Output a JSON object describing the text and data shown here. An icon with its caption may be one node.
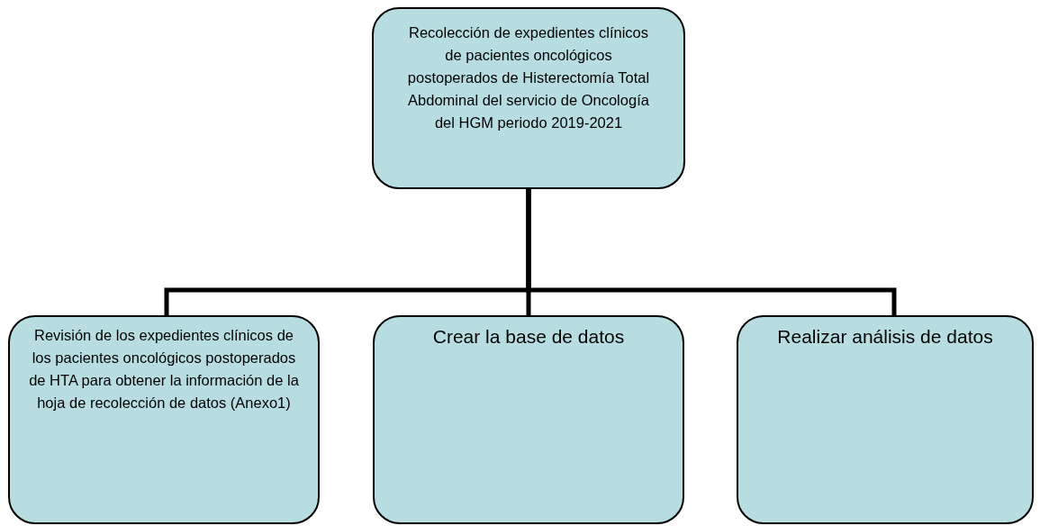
{
  "diagram": {
    "nodes": [
      {
        "text": [
          "Recolección de expedientes clínicos de pacientes oncológicos postoperados de Histerectomía Total Abdominal del servicio de Oncología del HGM periodo 2019-2021"
        ]
      },
      {
        "text": [
          "Revisión de los expedientes clínicos de los pacientes oncológicos postoperados de HTA para obtener la información de la hoja de recolección de datos (Anexo1)"
        ]
      },
      {
        "text": [
          "Crear la base de datos"
        ]
      },
      {
        "text": [
          "Realizar análisis de datos"
        ]
      }
    ],
    "edges": [
      {
        "from": 0,
        "to": 1,
        "arrow": "none"
      },
      {
        "from": 0,
        "to": 2,
        "arrow": "none"
      },
      {
        "from": 0,
        "to": 3,
        "arrow": "none"
      }
    ]
  }
}
